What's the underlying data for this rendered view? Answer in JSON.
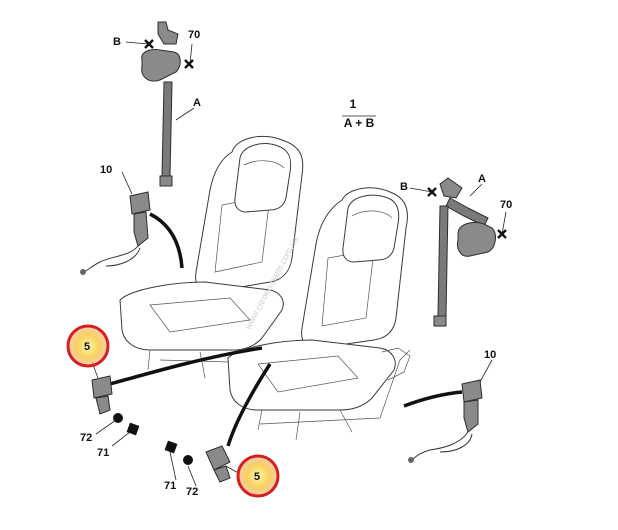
{
  "diagram": {
    "ref_title": {
      "top": "1",
      "bottom": "A + B"
    },
    "labels": {
      "belt_left": "A",
      "belt_right": "A",
      "anchor_left": "B",
      "anchor_right": "B",
      "retractor_left": "70",
      "retractor_right": "70",
      "buckle_left": "10",
      "buckle_right": "10",
      "buckle_front_left": "5",
      "buckle_front_right": "5",
      "screw_left": "72",
      "screw_right": "72",
      "cap_left": "71",
      "cap_right": "71"
    },
    "highlight_color": "#f7d35c",
    "ring_color": "#d42020"
  }
}
